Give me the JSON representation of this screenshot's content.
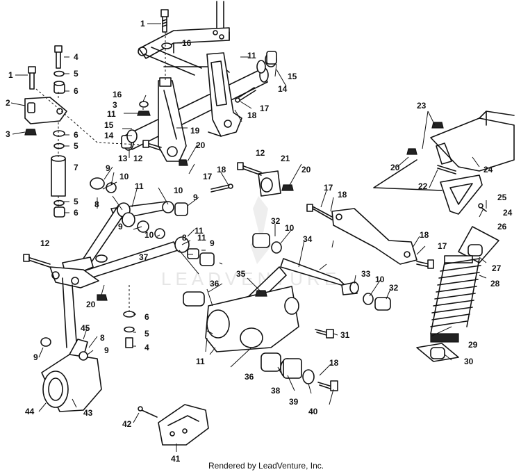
{
  "callouts": [
    {
      "id": "c1a",
      "label": "1"
    },
    {
      "id": "c16a",
      "label": "16"
    },
    {
      "id": "c4a",
      "label": "4"
    },
    {
      "id": "c11a",
      "label": "11"
    },
    {
      "id": "c1b",
      "label": "1"
    },
    {
      "id": "c5a",
      "label": "5"
    },
    {
      "id": "c15a",
      "label": "15"
    },
    {
      "id": "c14a",
      "label": "14"
    },
    {
      "id": "c6a",
      "label": "6"
    },
    {
      "id": "c2",
      "label": "2"
    },
    {
      "id": "c16b",
      "label": "16"
    },
    {
      "id": "c17a",
      "label": "17"
    },
    {
      "id": "c3a",
      "label": "3"
    },
    {
      "id": "c18a",
      "label": "18"
    },
    {
      "id": "c11b",
      "label": "11"
    },
    {
      "id": "c15b",
      "label": "15"
    },
    {
      "id": "c3b",
      "label": "3"
    },
    {
      "id": "c6b",
      "label": "6"
    },
    {
      "id": "c14b",
      "label": "14"
    },
    {
      "id": "c19",
      "label": "19"
    },
    {
      "id": "c5b",
      "label": "5"
    },
    {
      "id": "c13",
      "label": "13"
    },
    {
      "id": "c12a",
      "label": "12"
    },
    {
      "id": "c20a",
      "label": "20"
    },
    {
      "id": "c23",
      "label": "23"
    },
    {
      "id": "c7",
      "label": "7"
    },
    {
      "id": "c12b",
      "label": "12"
    },
    {
      "id": "c21",
      "label": "21"
    },
    {
      "id": "c20b",
      "label": "20"
    },
    {
      "id": "c9a",
      "label": "9"
    },
    {
      "id": "c10a",
      "label": "10"
    },
    {
      "id": "c17b",
      "label": "17"
    },
    {
      "id": "c18b",
      "label": "18"
    },
    {
      "id": "c20c",
      "label": "20"
    },
    {
      "id": "c24a",
      "label": "24"
    },
    {
      "id": "c22",
      "label": "22"
    },
    {
      "id": "c11c",
      "label": "11"
    },
    {
      "id": "c10b",
      "label": "10"
    },
    {
      "id": "c9b",
      "label": "9"
    },
    {
      "id": "c17c",
      "label": "17"
    },
    {
      "id": "c18c",
      "label": "18"
    },
    {
      "id": "c25",
      "label": "25"
    },
    {
      "id": "c5c",
      "label": "5"
    },
    {
      "id": "c8a",
      "label": "8"
    },
    {
      "id": "c6c",
      "label": "6"
    },
    {
      "id": "c24b",
      "label": "24"
    },
    {
      "id": "c9c",
      "label": "9"
    },
    {
      "id": "c11d",
      "label": "11"
    },
    {
      "id": "c32a",
      "label": "32"
    },
    {
      "id": "c10c",
      "label": "10"
    },
    {
      "id": "c26",
      "label": "26"
    },
    {
      "id": "c10d",
      "label": "10"
    },
    {
      "id": "c18d",
      "label": "18"
    },
    {
      "id": "c34",
      "label": "34"
    },
    {
      "id": "c9d",
      "label": "9"
    },
    {
      "id": "c17d",
      "label": "17"
    },
    {
      "id": "c12c",
      "label": "12"
    },
    {
      "id": "c8b",
      "label": "8"
    },
    {
      "id": "c11e",
      "label": "11"
    },
    {
      "id": "c27",
      "label": "27"
    },
    {
      "id": "c37",
      "label": "37"
    },
    {
      "id": "c35",
      "label": "35"
    },
    {
      "id": "c33",
      "label": "33"
    },
    {
      "id": "c10e",
      "label": "10"
    },
    {
      "id": "c28",
      "label": "28"
    },
    {
      "id": "c36a",
      "label": "36"
    },
    {
      "id": "c32b",
      "label": "32"
    },
    {
      "id": "c20d",
      "label": "20"
    },
    {
      "id": "c6d",
      "label": "6"
    },
    {
      "id": "c45",
      "label": "45"
    },
    {
      "id": "c5d",
      "label": "5"
    },
    {
      "id": "c8c",
      "label": "8"
    },
    {
      "id": "c31",
      "label": "31"
    },
    {
      "id": "c4b",
      "label": "4"
    },
    {
      "id": "c9e",
      "label": "9"
    },
    {
      "id": "c29",
      "label": "29"
    },
    {
      "id": "c9f",
      "label": "9"
    },
    {
      "id": "c11f",
      "label": "11"
    },
    {
      "id": "c30",
      "label": "30"
    },
    {
      "id": "c18e",
      "label": "18"
    },
    {
      "id": "c36b",
      "label": "36"
    },
    {
      "id": "c38",
      "label": "38"
    },
    {
      "id": "c39",
      "label": "39"
    },
    {
      "id": "c40",
      "label": "40"
    },
    {
      "id": "c44",
      "label": "44"
    },
    {
      "id": "c43",
      "label": "43"
    },
    {
      "id": "c42",
      "label": "42"
    },
    {
      "id": "c41",
      "label": "41"
    }
  ],
  "watermark_text": "LEADVENTURE",
  "footer_text": "Rendered by LeadVenture, Inc."
}
